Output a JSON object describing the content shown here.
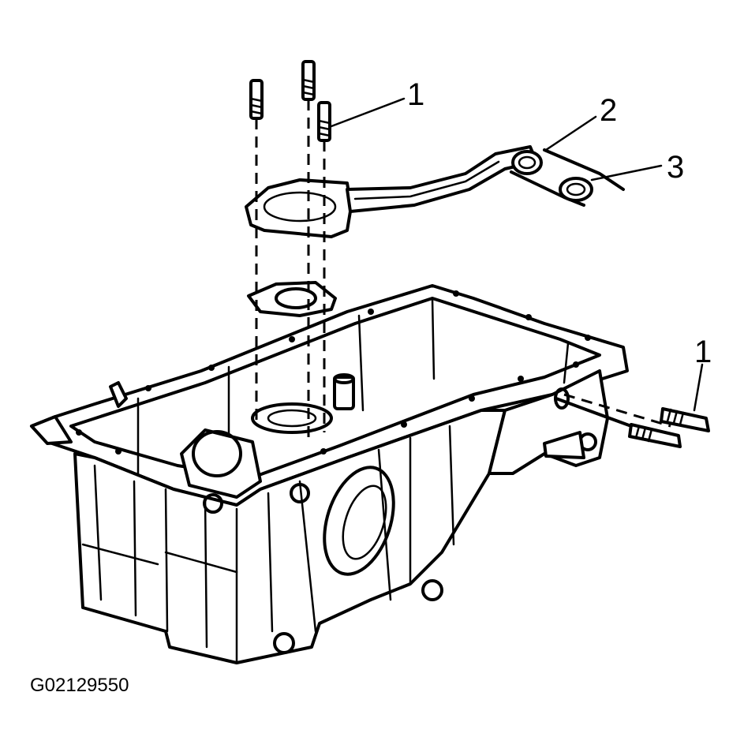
{
  "callouts": [
    {
      "id": "bolt-top",
      "label": "1"
    },
    {
      "id": "oil-pump-screen",
      "label": "2"
    },
    {
      "id": "o-ring",
      "label": "3"
    },
    {
      "id": "bolt-side",
      "label": "1"
    }
  ],
  "figure_id": "G02129550"
}
